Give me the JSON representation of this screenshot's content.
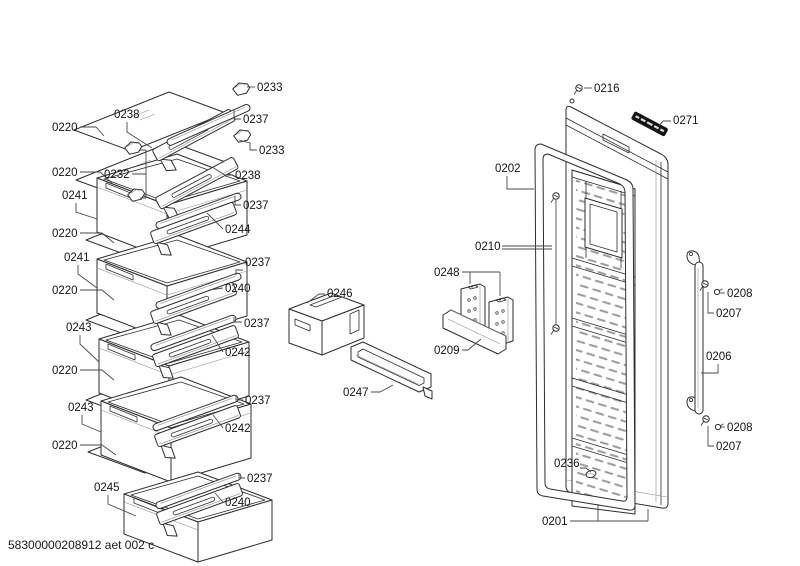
{
  "diagram": {
    "footer_code": "58300000208912 aet 002 c",
    "parts": {
      "glass_shelf": "0220",
      "front_rail": "0238",
      "rail_clip": "0233",
      "side_rail": "0237",
      "wall_clip": "0232",
      "drawer_upper": "0241",
      "pullout_rail_upper": "0244",
      "pullout_rail_mid": "0240",
      "drawer_mid": "0243",
      "pullout_rail_lower": "0242",
      "drawer_bottom": "0245",
      "ice_twister": "0246",
      "ice_twister_tray": "0247",
      "ice_cube_tray": "0248",
      "tray_holder": "0209",
      "door_gasket": "0202",
      "door_fixings": "0210",
      "hinge_pin": "0216",
      "brand_logo_plate": "0271",
      "handle_screw": "0208",
      "screw_cover": "0207",
      "door_handle": "0206",
      "cover_plug": "0236",
      "door_assembly": "0201"
    }
  }
}
